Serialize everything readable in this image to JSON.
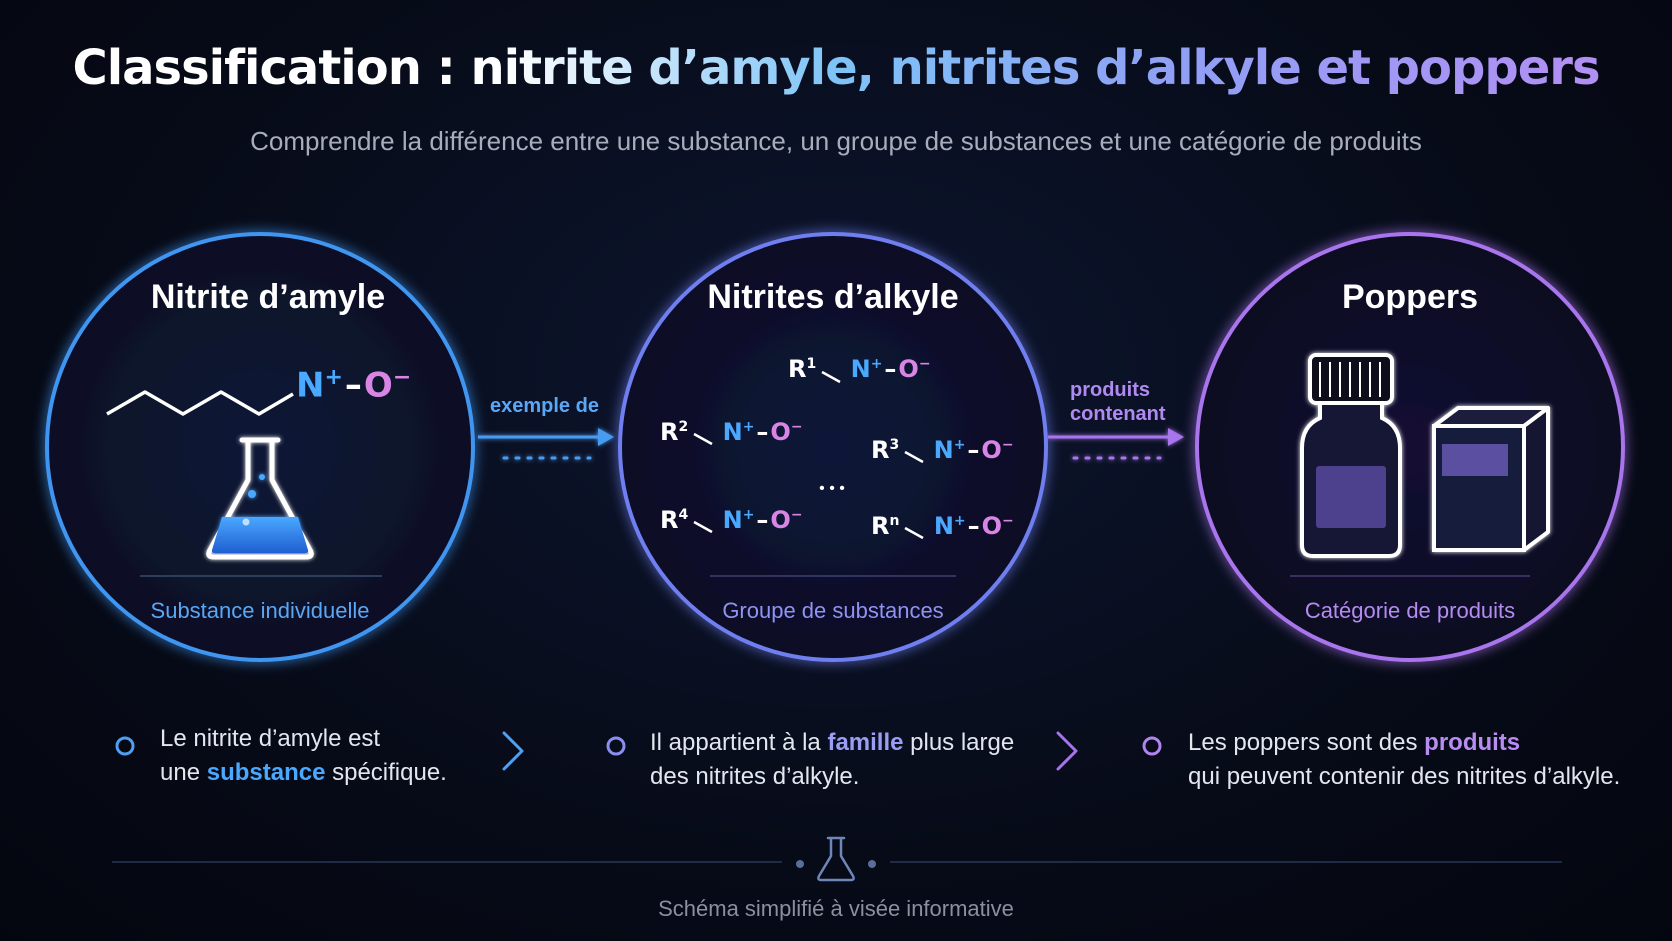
{
  "header": {
    "title": "Classification : nitrite d’amyle, nitrites d’alkyle et poppers",
    "subtitle": "Comprendre la différence entre une substance, un groupe de substances et une catégorie de produits"
  },
  "colors": {
    "blue": "#3f95f0",
    "indigo": "#7585ef",
    "purple": "#a874ec",
    "pink": "#d985e6"
  },
  "circles": [
    {
      "title": "Nitrite d’amyle",
      "label": "Substance individuelle",
      "icon": "flask-icon"
    },
    {
      "title": "Nitrites d’alkyle",
      "label": "Groupe de substances"
    },
    {
      "title": "Poppers",
      "label": "Catégorie de produits",
      "icons": [
        "bottle-icon",
        "box-icon"
      ]
    }
  ],
  "chemistry": {
    "amyl": {
      "n": "N",
      "charge_plus": "+",
      "bond": "–",
      "o": "O",
      "charge_minus": "−"
    },
    "groups": [
      {
        "r": "R",
        "sup": "1"
      },
      {
        "r": "R",
        "sup": "2"
      },
      {
        "r": "R",
        "sup": "3"
      },
      {
        "r": "R",
        "sup": "4"
      },
      {
        "r": "R",
        "sup": "n"
      }
    ],
    "ellipsis": "• • •"
  },
  "arrows": [
    {
      "label": "exemple de"
    },
    {
      "label_line1": "produits",
      "label_line2": "contenant"
    }
  ],
  "descriptions": [
    {
      "line1": "Le nitrite d’amyle est",
      "line2_pre": "une ",
      "line2_hl": "substance",
      "line2_post": " spécifique."
    },
    {
      "line1_pre": "Il appartient à la ",
      "line1_hl": "famille",
      "line1_post": " plus large",
      "line2": "des nitrites d’alkyle."
    },
    {
      "line1_pre": "Les poppers sont des ",
      "line1_hl": "produits",
      "line2": "qui peuvent contenir des nitrites d’alkyle."
    }
  ],
  "footer": {
    "text": "Schéma simplifié à visée informative"
  }
}
